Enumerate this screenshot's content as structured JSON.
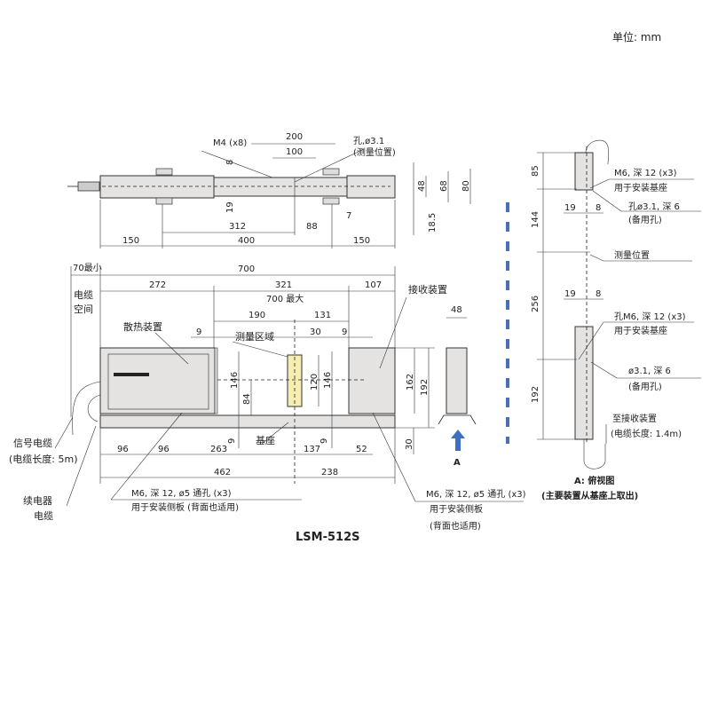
{
  "unit_label": "单位: mm",
  "model": "LSM-512S",
  "colors": {
    "measure_area": "#f5eeb0",
    "body": "#e5e3e1",
    "divider": "#4a6fb5",
    "arrow": "#3f6fc2"
  },
  "top_view": {
    "m4": "M4 (x8)",
    "hole": "孔,ø3.1",
    "hole_note": "(测量位置)",
    "d200": "200",
    "d100": "100",
    "d8": "8",
    "d19": "19",
    "d312": "312",
    "d88": "88",
    "d7": "7",
    "d150a": "150",
    "d400": "400",
    "d150b": "150",
    "d48": "48",
    "d68": "68",
    "d80": "80",
    "d185": "18.5"
  },
  "front_view": {
    "d70min": "70最小",
    "cable_space_1": "电缆",
    "cable_space_2": "空间",
    "d700": "700",
    "d272": "272",
    "d321": "321",
    "d107": "107",
    "d700max": "700 最大",
    "d190": "190",
    "d131": "131",
    "d9a": "9",
    "d30a": "30",
    "d9b": "9",
    "heat_sink": "散热装置",
    "measure_area": "测量区域",
    "receiver": "接收装置",
    "d146a": "146",
    "d84": "84",
    "d120": "120",
    "d146b": "146",
    "d162": "162",
    "d192": "192",
    "d30b": "30",
    "d9c": "9",
    "d9d": "9",
    "base": "基座",
    "d96a": "96",
    "d96b": "96",
    "d263": "263",
    "d137": "137",
    "d52": "52",
    "d462": "462",
    "d238": "238",
    "side_w": "48",
    "arrow_label": "A",
    "note_left_1": "M6, 深 12, ø5 通孔 (x3)",
    "note_left_2": "用于安装侧板 (背面也适用)",
    "note_right_1": "M6, 深 12, ø5 通孔 (x3)",
    "note_right_2": "用于安装侧板",
    "note_right_3": "(背面也适用)",
    "signal_cable_1": "信号电缆",
    "signal_cable_2": "(电缆长度: 5m)",
    "relay_1": "续电器",
    "relay_2": "电缆"
  },
  "side_view": {
    "d85": "85",
    "d144": "144",
    "d256": "256",
    "d192": "192",
    "m6_top_1": "M6, 深 12 (x3)",
    "m6_top_2": "用于安装基座",
    "hole_top_1": "孔ø3.1, 深 6",
    "hole_top_2": "(备用孔)",
    "d19a": "19",
    "d8a": "8",
    "measure_pos": "测量位置",
    "d19b": "19",
    "d8b": "8",
    "m6_bot_1": "孔M6, 深 12 (x3)",
    "m6_bot_2": "用于安装基座",
    "hole_bot_1": "ø3.1, 深 6",
    "hole_bot_2": "(备用孔)",
    "to_receiver_1": "至接收装置",
    "to_receiver_2": "(电缆长度: 1.4m)",
    "caption_1": "A: 俯视图",
    "caption_2": "(主要装置从基座上取出)"
  }
}
